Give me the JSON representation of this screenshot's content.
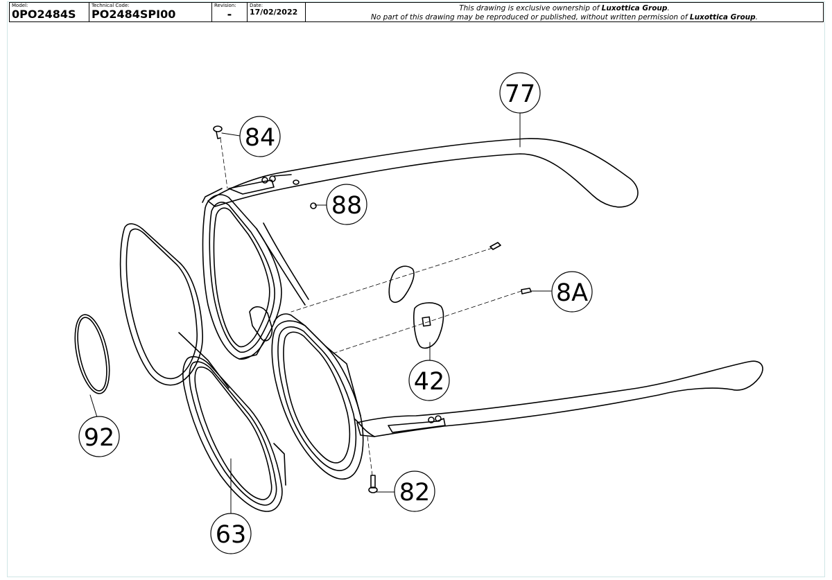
{
  "title_block": {
    "model_label": "Model:",
    "model_value": "0PO2484S",
    "technical_code_label": "Technical Code:",
    "technical_code_value": "PO2484SPI00",
    "revision_label": "Revision:",
    "revision_value": "-",
    "date_label": "Date:",
    "date_value": "17/02/2022",
    "ownership_pre": "This drawing is exclusive ownership of ",
    "ownership_company": "Luxottica Group",
    "ownership_post": ".",
    "reproduction_pre": "No part of this drawing may be reproduced or published, without written permission of ",
    "reproduction_company": "Luxottica Group",
    "reproduction_post": "."
  },
  "callouts": [
    {
      "id": "77",
      "label": "77"
    },
    {
      "id": "84",
      "label": "84"
    },
    {
      "id": "88",
      "label": "88"
    },
    {
      "id": "8A",
      "label": "8A"
    },
    {
      "id": "42",
      "label": "42"
    },
    {
      "id": "92",
      "label": "92"
    },
    {
      "id": "82",
      "label": "82"
    },
    {
      "id": "63",
      "label": "63"
    }
  ]
}
